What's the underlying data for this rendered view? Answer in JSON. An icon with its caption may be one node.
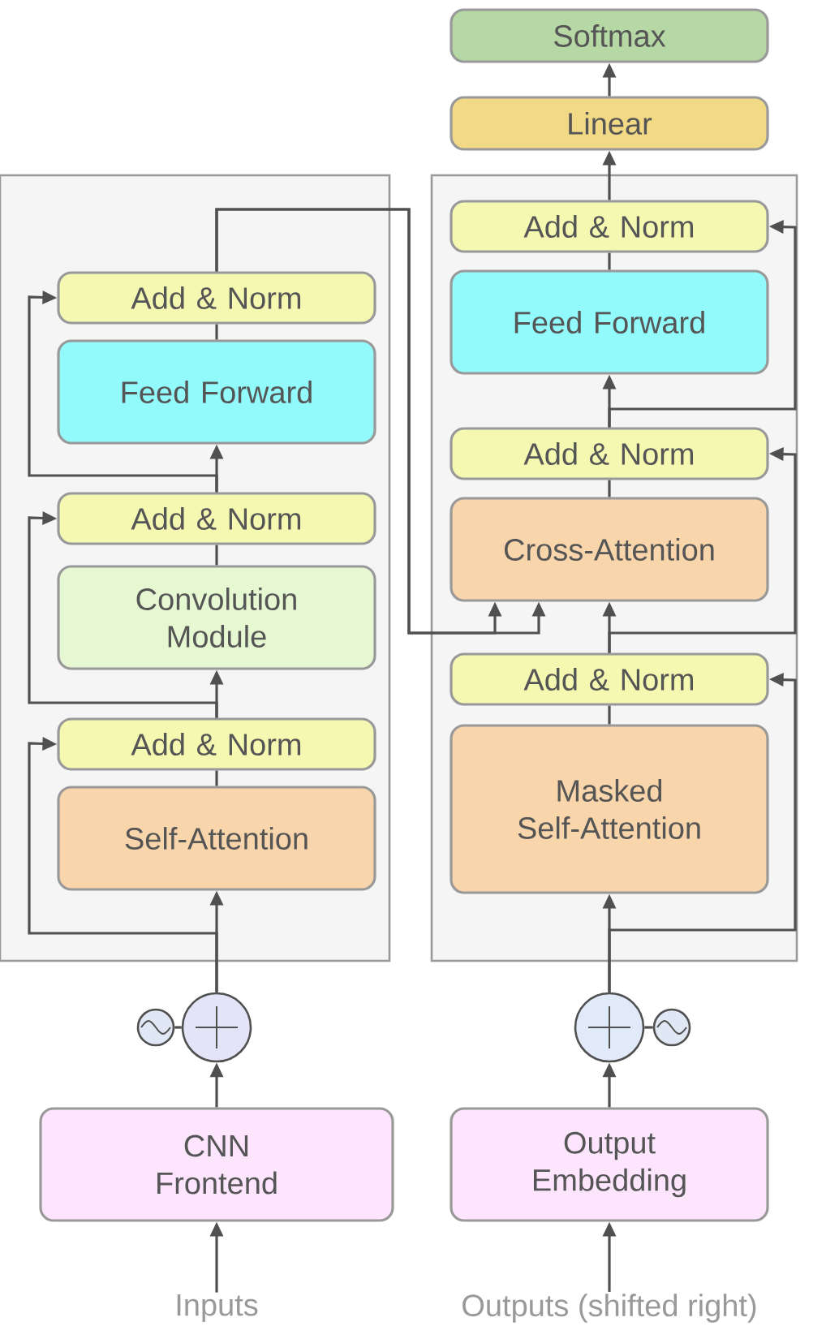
{
  "diagram": {
    "nodes": [
      {
        "text": [],
        "shape": "box"
      },
      {
        "text": [],
        "shape": "box"
      },
      {
        "text": [
          "Add & Norm"
        ],
        "in": 0
      },
      {
        "text": [
          "Feed Forward"
        ],
        "in": 0
      },
      {
        "text": [
          "Add & Norm"
        ],
        "in": 0
      },
      {
        "text": [
          "Convolution Module"
        ],
        "in": 0
      },
      {
        "text": [
          "Add & Norm"
        ],
        "in": 0
      },
      {
        "text": [
          "Self-Attention"
        ],
        "in": 0
      },
      {
        "text": [],
        "shape": "circle"
      },
      {
        "text": [],
        "shape": "circle"
      },
      {
        "text": [
          "CNN Frontend"
        ]
      },
      {
        "text": [
          "Inputs"
        ]
      },
      {
        "text": [
          "Softmax"
        ]
      },
      {
        "text": [
          "Linear"
        ]
      },
      {
        "text": [
          "Add & Norm"
        ],
        "in": 1
      },
      {
        "text": [
          "Feed Forward"
        ],
        "in": 1
      },
      {
        "text": [
          "Add & Norm"
        ],
        "in": 1
      },
      {
        "text": [
          "Cross-Attention"
        ],
        "in": 1
      },
      {
        "text": [
          "Add & Norm"
        ],
        "in": 1
      },
      {
        "text": [
          "Masked Self-Attention"
        ],
        "in": 1
      },
      {
        "text": [],
        "shape": "circle"
      },
      {
        "text": [],
        "shape": "circle"
      },
      {
        "text": [
          "Output Embedding"
        ]
      },
      {
        "text": [
          "Outputs (shifted right)"
        ]
      }
    ],
    "edges": [
      {
        "from": 11,
        "to": 10,
        "arrow": "to"
      },
      {
        "from": 10,
        "to": 9,
        "arrow": "to"
      },
      {
        "from": 8,
        "to": 9,
        "arrow": "none"
      },
      {
        "from": 9,
        "to": 7,
        "arrow": "to"
      },
      {
        "from": 9,
        "to": 6,
        "arrow": "to"
      },
      {
        "from": 7,
        "to": 6,
        "arrow": "none"
      },
      {
        "from": 6,
        "to": 5,
        "arrow": "to"
      },
      {
        "from": 6,
        "to": 4,
        "arrow": "to"
      },
      {
        "from": 5,
        "to": 4,
        "arrow": "none"
      },
      {
        "from": 4,
        "to": 3,
        "arrow": "to"
      },
      {
        "from": 4,
        "to": 2,
        "arrow": "to"
      },
      {
        "from": 3,
        "to": 2,
        "arrow": "none"
      },
      {
        "from": 2,
        "to": 17,
        "arrow": "to"
      },
      {
        "from": 2,
        "to": 17,
        "arrow": "to"
      },
      {
        "from": 23,
        "to": 22,
        "arrow": "to"
      },
      {
        "from": 22,
        "to": 20,
        "arrow": "to"
      },
      {
        "from": 21,
        "to": 20,
        "arrow": "none"
      },
      {
        "from": 20,
        "to": 19,
        "arrow": "to"
      },
      {
        "from": 20,
        "to": 18,
        "arrow": "to"
      },
      {
        "from": 19,
        "to": 18,
        "arrow": "none"
      },
      {
        "from": 18,
        "to": 17,
        "arrow": "to"
      },
      {
        "from": 18,
        "to": 16,
        "arrow": "to"
      },
      {
        "from": 17,
        "to": 16,
        "arrow": "none"
      },
      {
        "from": 16,
        "to": 15,
        "arrow": "to"
      },
      {
        "from": 16,
        "to": 14,
        "arrow": "to"
      },
      {
        "from": 15,
        "to": 14,
        "arrow": "none"
      },
      {
        "from": 14,
        "to": 13,
        "arrow": "to"
      },
      {
        "from": 13,
        "to": 12,
        "arrow": "to"
      }
    ]
  }
}
